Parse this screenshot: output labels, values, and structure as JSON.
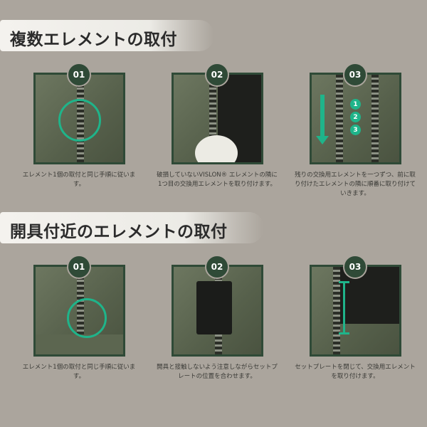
{
  "sections": [
    {
      "title": "複数エレメントの取付",
      "steps": [
        {
          "num": "01",
          "caption": "エレメント1個の取付と同じ手順に従います。"
        },
        {
          "num": "02",
          "caption": "破損していないVISLON® エレメントの隣に1つ目の交換用エレメントを取り付けます。"
        },
        {
          "num": "03",
          "caption": "残りの交換用エレメントを一つずつ、前に取り付けたエレメントの隣に順番に取り付けていきます。",
          "markers": [
            "1",
            "2",
            "3"
          ]
        }
      ]
    },
    {
      "title": "開具付近のエレメントの取付",
      "steps": [
        {
          "num": "01",
          "caption": "エレメント1個の取付と同じ手順に従います。"
        },
        {
          "num": "02",
          "caption": "開具と接触しないよう注意しながらセットプレートの位置を合わせます。"
        },
        {
          "num": "03",
          "caption": "セットプレートを閉じて、交換用エレメントを取り付けます。"
        }
      ]
    }
  ],
  "colors": {
    "background": "#aba59d",
    "accent": "#2f4a37",
    "highlight": "#1fb48a"
  }
}
